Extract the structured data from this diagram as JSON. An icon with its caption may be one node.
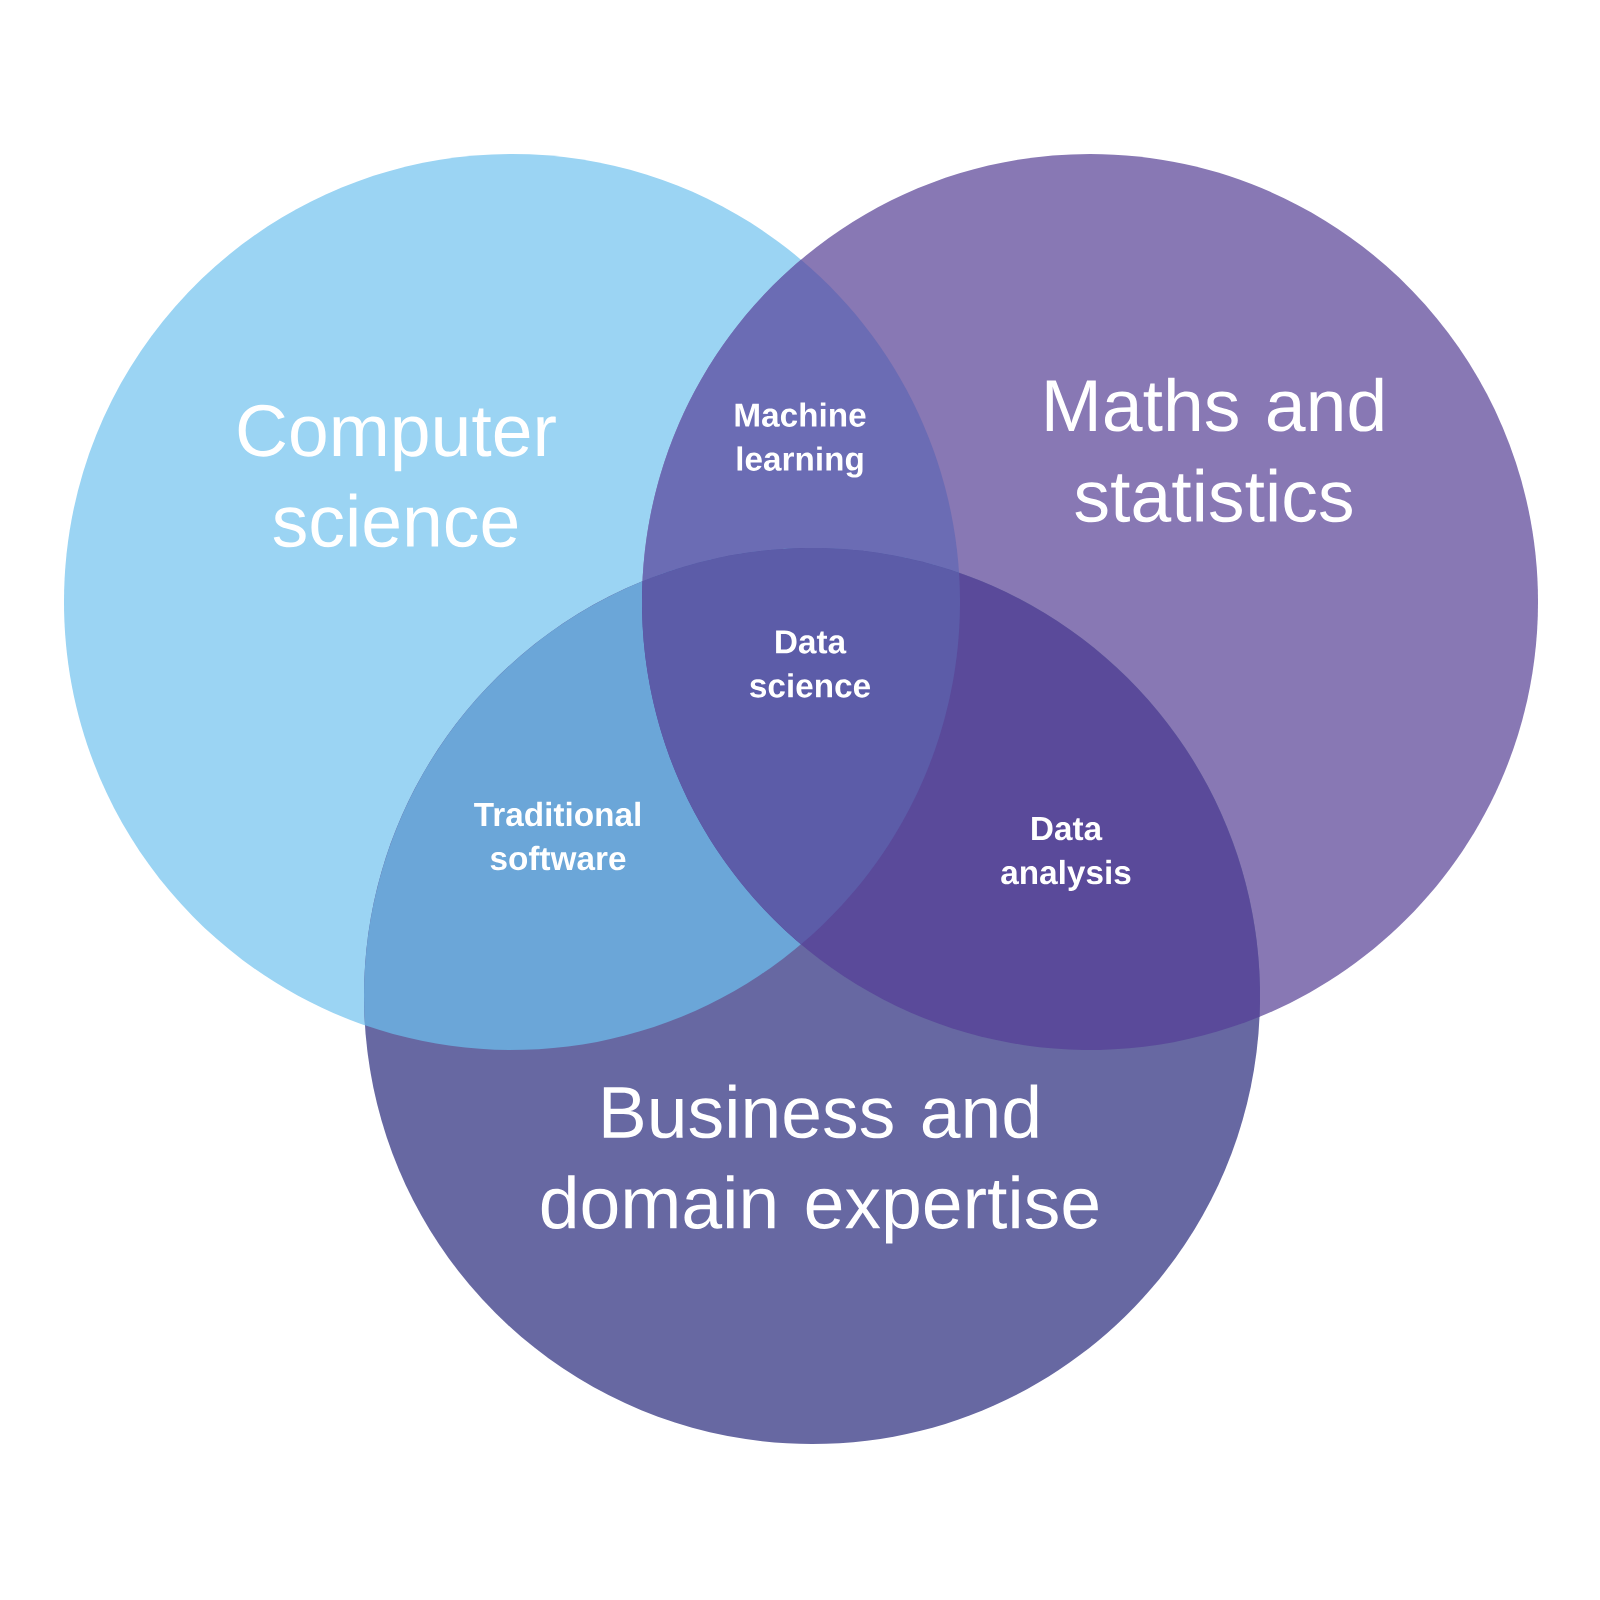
{
  "diagram": {
    "nodes": [
      {
        "text": [
          "Computer science"
        ]
      },
      {
        "text": [
          "Maths and statistics"
        ]
      },
      {
        "text": [
          "Business and domain expertise"
        ]
      }
    ],
    "labels": [
      "Machine learning",
      "Data science",
      "Traditional software",
      "Data analysis"
    ]
  }
}
